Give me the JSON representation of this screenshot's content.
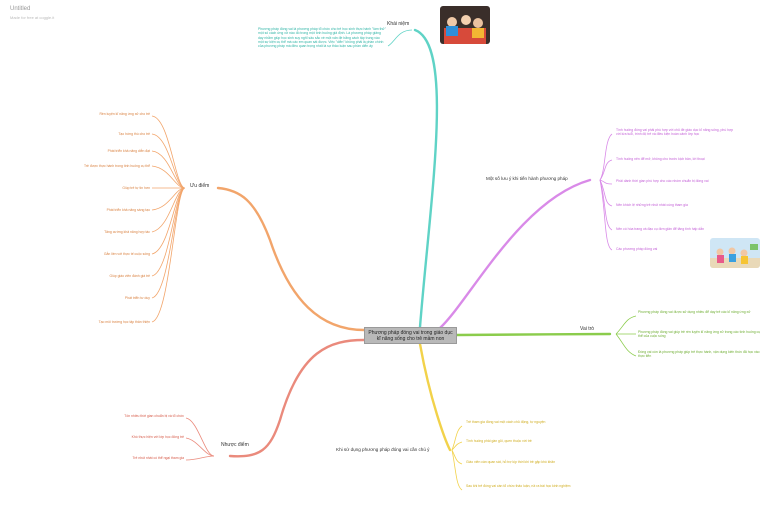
{
  "header": {
    "title": "Untitled",
    "subtitle": "Made for free at coggle.it"
  },
  "central": "Phương pháp đóng vai trong giáo dục kĩ năng sống cho trẻ mầm non",
  "colors": {
    "teal": "#5fd3c6",
    "purple": "#d98ae8",
    "green": "#8bcc4c",
    "yellow": "#f2d24a",
    "red": "#ea8a7c",
    "orange": "#f2a56b"
  },
  "branches": {
    "khai_niem": {
      "title": "Khái niệm",
      "leaves": [
        "Phương pháp đóng vai là phương pháp tổ chức cho trẻ học sinh thực hành \"làm thử\" một số cách ứng xử nào đó trong một tình huống giả định. Là phương pháp giảng dạy nhằm giúp học sinh suy nghĩ sâu sắc về một vấn đề bằng cách tập trung vào một sự kiện cụ thể mà các em quan sát được. Việc \"diễn\" không phải là phần chính của phương pháp mà điều quan trọng nhất là sự thảo luận sau phần diễn ấy"
      ]
    },
    "quy_trinh": {
      "title": "Một số lưu ý khi tiến hành phương pháp",
      "leaves": [
        "Tình huống đóng vai phải phù hợp với chủ đề giáo dục kĩ năng sống, phù hợp với lứa tuổi, trình độ trẻ và điều kiện hoàn cảnh lớp học",
        "Tình huống nên để mở, không cho trước kịch bản, lời thoại",
        "Phải dành thời gian phù hợp cho các nhóm chuẩn bị đóng vai",
        "Nên khích lệ những trẻ nhút nhát cùng tham gia",
        "Nên có hóa trang và đạo cụ đơn giản để tăng tính hấp dẫn",
        "Các phương pháp đóng vai"
      ]
    },
    "vai_tro": {
      "title": "Vai trò",
      "leaves": [
        "Phương pháp đóng vai được sử dụng nhiều để dạy trẻ các kĩ năng ứng xử",
        "Phương pháp đóng vai giúp trẻ rèn luyện kĩ năng ứng xử trong các tình huống cụ thể của cuộc sống",
        "Đóng vai còn là phương pháp giúp trẻ thực hành, vận dụng kiến thức đã học vào thực tiễn"
      ]
    },
    "ket_qua": {
      "title": "Khi sử dụng phương pháp đóng vai cần chú ý",
      "leaves": [
        "Trẻ tham gia đóng vai một cách chủ động, tự nguyện",
        "Tình huống phải gần gũi, quen thuộc với trẻ",
        "Giáo viên cần quan sát, hỗ trợ kịp thời khi trẻ gặp khó khăn",
        "Sau khi trẻ đóng vai cần tổ chức thảo luận, rút ra bài học kinh nghiệm"
      ]
    },
    "nhuoc_diem": {
      "title": "Nhược điểm",
      "leaves": [
        "Tốn nhiều thời gian chuẩn bị và tổ chức",
        "Khó thực hiện với lớp học đông trẻ",
        "Trẻ nhút nhát có thể ngại tham gia"
      ]
    },
    "uu_diem": {
      "title": "Ưu điểm",
      "leaves": [
        "Rèn luyện kĩ năng ứng xử cho trẻ",
        "Tạo hứng thú cho trẻ",
        "Phát triển khả năng diễn đạt",
        "Trẻ được thực hành trong tình huống cụ thể",
        "Giúp trẻ tự tin hơn",
        "Phát triển khả năng sáng tạo",
        "Tăng cường khả năng hợp tác",
        "Gắn liền với thực tế cuộc sống",
        "Giúp giáo viên đánh giá trẻ",
        "Phát triển tư duy",
        "Tạo môi trường học tập thân thiện"
      ]
    }
  }
}
